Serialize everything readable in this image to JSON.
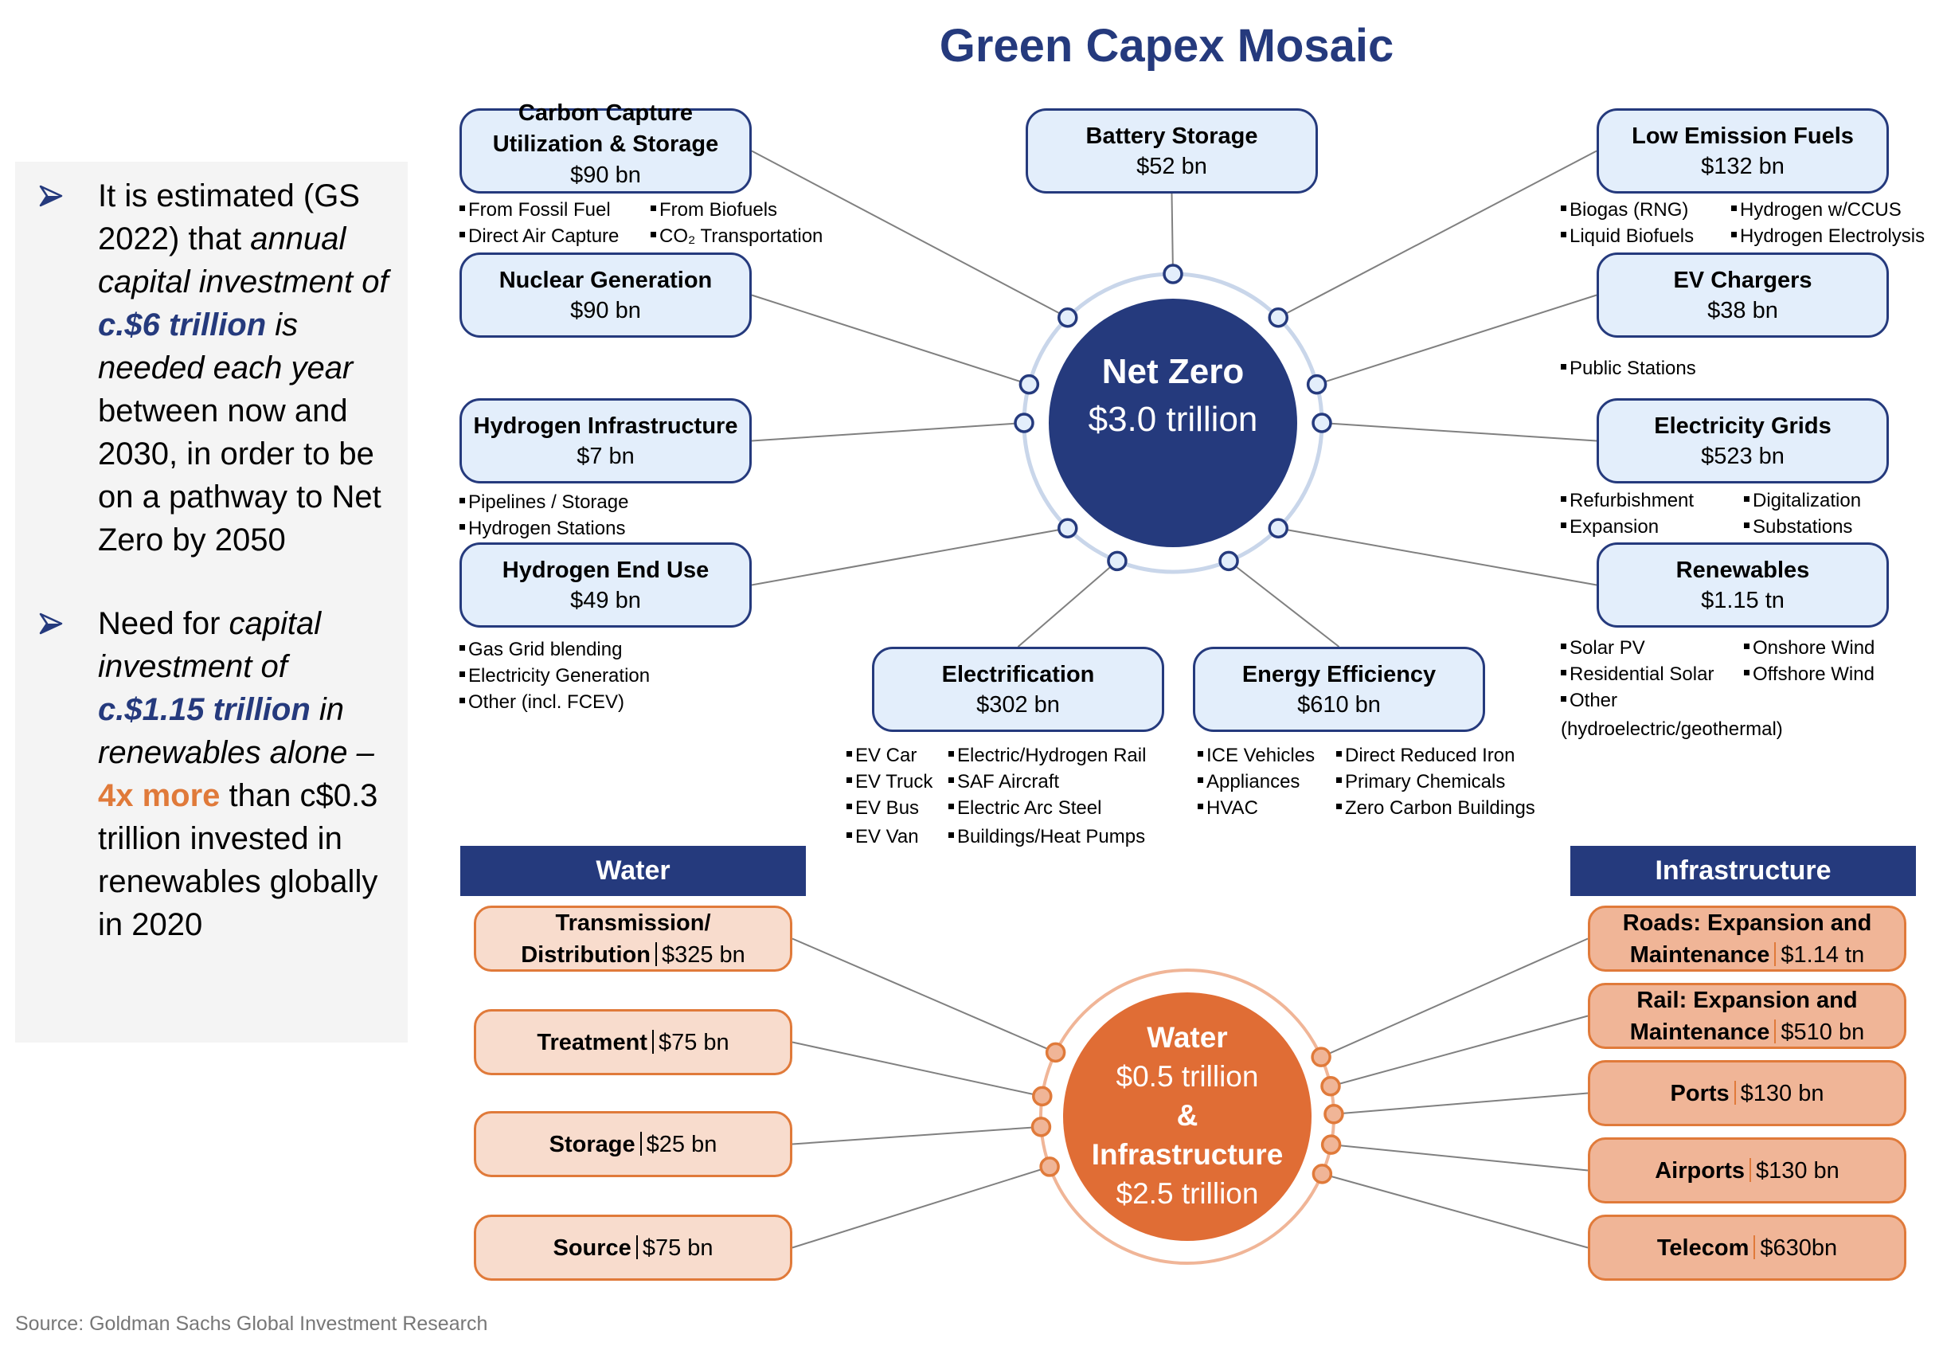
{
  "title": "Green Capex Mosaic",
  "left_panel": {
    "bullet1": {
      "pre": "It is estimated (GS 2022) that ",
      "italic1": "annual capital investment of ",
      "highlight": "c.$6 trillion",
      "italic2": " is needed each year",
      "post": " between now and 2030, in order to be on a pathway to Net Zero by 2050"
    },
    "bullet2": {
      "pre": "Need for ",
      "italic1": "capital investment of ",
      "highlight": "c.$1.15 trillion",
      "italic2": " in renewables alone – ",
      "orange": "4x more",
      "post": " than c$0.3 trillion invested in renewables globally in 2020"
    }
  },
  "net_zero": {
    "label": "Net Zero",
    "value": "$3.0 trillion",
    "colors": {
      "fill": "#253a7d",
      "ring": "#c9d6ea",
      "node_fill": "#e3eefb",
      "box_fill": "#e3eefb",
      "border": "#253a7d"
    },
    "categories": [
      {
        "name_lines": [
          "Carbon Capture",
          "Utilization & Storage"
        ],
        "value": "$90 bn",
        "subs": [
          [
            "From Fossil Fuel",
            "From Biofuels"
          ],
          [
            "Direct Air Capture",
            "CO₂ Transportation"
          ]
        ]
      },
      {
        "name_lines": [
          "Battery Storage"
        ],
        "value": "$52 bn",
        "subs": []
      },
      {
        "name_lines": [
          "Low Emission Fuels"
        ],
        "value": "$132 bn",
        "subs": [
          [
            "Biogas (RNG)",
            "Hydrogen w/CCUS"
          ],
          [
            "Liquid Biofuels",
            "Hydrogen Electrolysis"
          ]
        ]
      },
      {
        "name_lines": [
          "Nuclear Generation"
        ],
        "value": "$90 bn",
        "subs": []
      },
      {
        "name_lines": [
          "EV Chargers"
        ],
        "value": "$38 bn",
        "subs": [
          [
            "Public Stations"
          ]
        ]
      },
      {
        "name_lines": [
          "Hydrogen Infrastructure"
        ],
        "value": "$7 bn",
        "subs": [
          [
            "Pipelines / Storage"
          ],
          [
            "Hydrogen Stations"
          ]
        ]
      },
      {
        "name_lines": [
          "Electricity Grids"
        ],
        "value": "$523 bn",
        "subs": [
          [
            "Refurbishment",
            "Digitalization"
          ],
          [
            "Expansion",
            "Substations"
          ]
        ]
      },
      {
        "name_lines": [
          "Hydrogen End Use"
        ],
        "value": "$49 bn",
        "subs": [
          [
            "Gas Grid blending"
          ],
          [
            "Electricity Generation"
          ],
          [
            "Other (incl. FCEV)"
          ]
        ]
      },
      {
        "name_lines": [
          "Renewables"
        ],
        "value": "$1.15 tn",
        "subs": [
          [
            "Solar PV",
            "Onshore Wind"
          ],
          [
            "Residential Solar",
            "Offshore Wind"
          ],
          [
            "Other"
          ],
          [
            "(hydroelectric/geothermal)"
          ]
        ]
      },
      {
        "name_lines": [
          "Electrification"
        ],
        "value": "$302 bn",
        "subs": [
          [
            "EV Car",
            "Electric/Hydrogen Rail"
          ],
          [
            "EV Truck",
            "SAF Aircraft"
          ],
          [
            "EV Bus",
            "Electric Arc Steel"
          ],
          [
            "EV Van",
            "Buildings/Heat Pumps"
          ]
        ]
      },
      {
        "name_lines": [
          "Energy Efficiency"
        ],
        "value": "$610 bn",
        "subs": [
          [
            "ICE Vehicles",
            "Direct Reduced Iron"
          ],
          [
            "Appliances",
            "Primary Chemicals"
          ],
          [
            "HVAC",
            "Zero Carbon Buildings"
          ]
        ]
      }
    ]
  },
  "water_infra": {
    "label1": "Water",
    "value1": "$0.5 trillion",
    "amp": "&",
    "label2": "Infrastructure",
    "value2": "$2.5 trillion",
    "colors": {
      "fill": "#e06d35",
      "ring": "#f0b597",
      "node_fill": "#f0b597",
      "border": "#e07a3a"
    },
    "water_header": "Water",
    "infra_header": "Infrastructure",
    "water_items": [
      {
        "name": "Transmission/ Distribution",
        "name_lines": [
          "Transmission/",
          "Distribution"
        ],
        "value": "$325 bn"
      },
      {
        "name": "Treatment",
        "name_lines": [
          "Treatment"
        ],
        "value": "$75 bn"
      },
      {
        "name": "Storage",
        "name_lines": [
          "Storage"
        ],
        "value": "$25 bn"
      },
      {
        "name": "Source",
        "name_lines": [
          "Source"
        ],
        "value": "$75 bn"
      }
    ],
    "infra_items": [
      {
        "name": "Roads: Expansion and Maintenance",
        "name_lines": [
          "Roads: Expansion and",
          "Maintenance"
        ],
        "value": "$1.14 tn"
      },
      {
        "name": "Rail: Expansion and Maintenance",
        "name_lines": [
          "Rail: Expansion and",
          "Maintenance"
        ],
        "value": "$510 bn"
      },
      {
        "name": "Ports",
        "name_lines": [
          "Ports"
        ],
        "value": "$130 bn"
      },
      {
        "name": "Airports",
        "name_lines": [
          "Airports"
        ],
        "value": "$130 bn"
      },
      {
        "name": "Telecom",
        "name_lines": [
          "Telecom"
        ],
        "value": "$630bn"
      }
    ]
  },
  "source": "Source: Goldman Sachs Global Investment Research"
}
